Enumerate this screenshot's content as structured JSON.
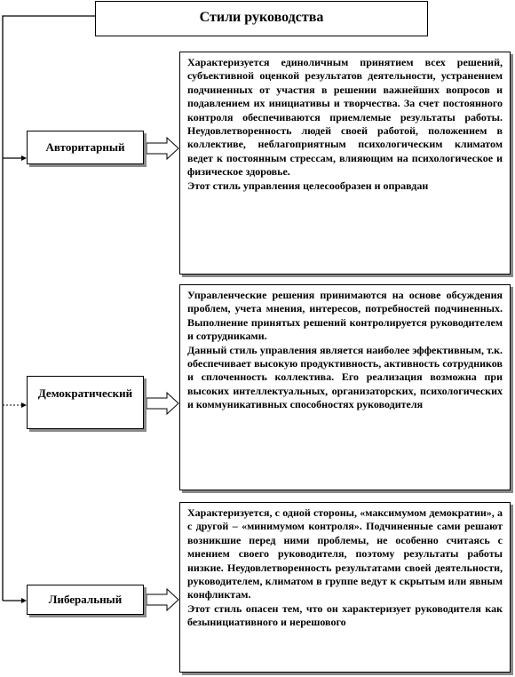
{
  "title": "Стили руководства",
  "styles": [
    {
      "name": "Авторитарный",
      "description": [
        "Характеризуется единоличным принятием всех решений, субъективной оценкой результатов деятельности, устранением подчиненных от участия в решении важнейших вопросов и подавлением их инициативы и творчества. За счет постоянного контроля обеспечиваются приемлемые результаты работы. Неудовлетворенность людей своей работой, положением в коллективе, неблагоприятным психологическим климатом ведет к постоянным стрессам, влияющим на психологическое и физическое здоровье.",
        "Этот стиль управления целесообразен и оправдан"
      ]
    },
    {
      "name": "Демократический",
      "description": [
        "Управленческие решения принимаются на основе обсуждения проблем, учета мнения, интересов, потребностей подчиненных. Выполнение принятых решений контролируется руководителем и сотрудниками.",
        "Данный стиль управления является наиболее эффективным, т.к. обеспечивает высокую продуктивность, активность сотрудников и сплоченность коллектива. Его реализация возможна при высоких интеллектуальных, организаторских, психологических и коммуникативных способностях руководителя"
      ]
    },
    {
      "name": "Либеральный",
      "description": [
        "Характеризуется, с одной стороны, «максимумом демократии», а с другой – «минимумом контроля». Подчиненные сами решают возникшие перед ними проблемы, не особенно считаясь с мнением своего руководителя, поэтому результаты работы низкие. Неудовлетворенность результатами своей деятельности, руководителем, климатом в группе ведут к скрытым или явным конфликтам.",
        "Этот стиль опасен тем, что он характеризует руководителя как безынициативного и нерешового"
      ]
    }
  ]
}
